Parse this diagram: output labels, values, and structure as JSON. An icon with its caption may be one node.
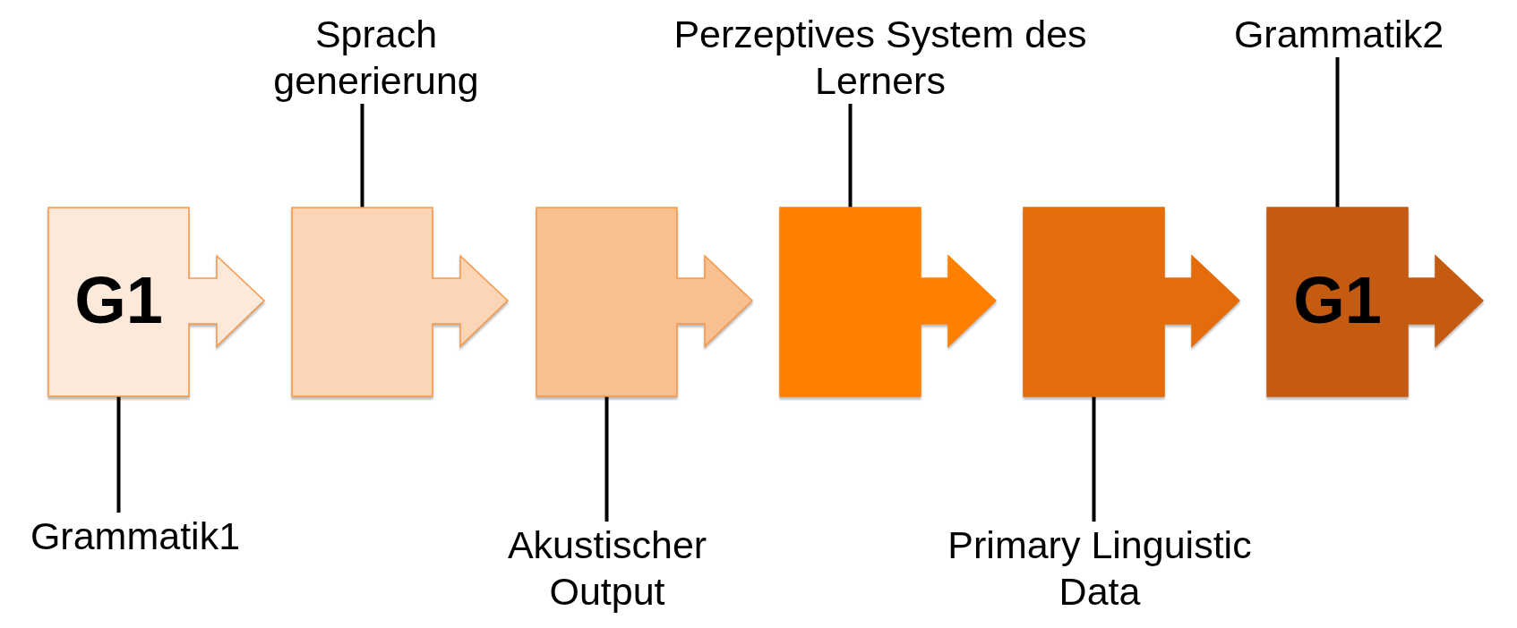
{
  "diagram": {
    "nodes": [
      {
        "text": [
          "Sprach generierung"
        ]
      },
      {
        "text": [
          "Perzeptives System des Lerners"
        ]
      },
      {
        "text": [
          "Grammatik2"
        ]
      },
      {
        "text": [
          "G1"
        ]
      },
      {
        "text": [],
        "shape": "box"
      },
      {
        "text": [],
        "shape": "box"
      },
      {
        "text": [],
        "shape": "box"
      },
      {
        "text": [],
        "shape": "box"
      },
      {
        "text": [
          "G1"
        ]
      },
      {
        "text": [
          "Grammatik1"
        ]
      },
      {
        "text": [
          "Akustischer Output"
        ]
      },
      {
        "text": [
          "Primary Linguistic Data"
        ]
      }
    ],
    "edges": [
      {
        "from": 0,
        "to": 4,
        "arrow": "none"
      },
      {
        "from": 1,
        "to": 6,
        "arrow": "none"
      },
      {
        "from": 2,
        "to": 8,
        "arrow": "none"
      },
      {
        "from": 9,
        "to": 3,
        "arrow": "none"
      },
      {
        "from": 10,
        "to": 5,
        "arrow": "none"
      },
      {
        "from": 11,
        "to": 7,
        "arrow": "none"
      }
    ]
  }
}
